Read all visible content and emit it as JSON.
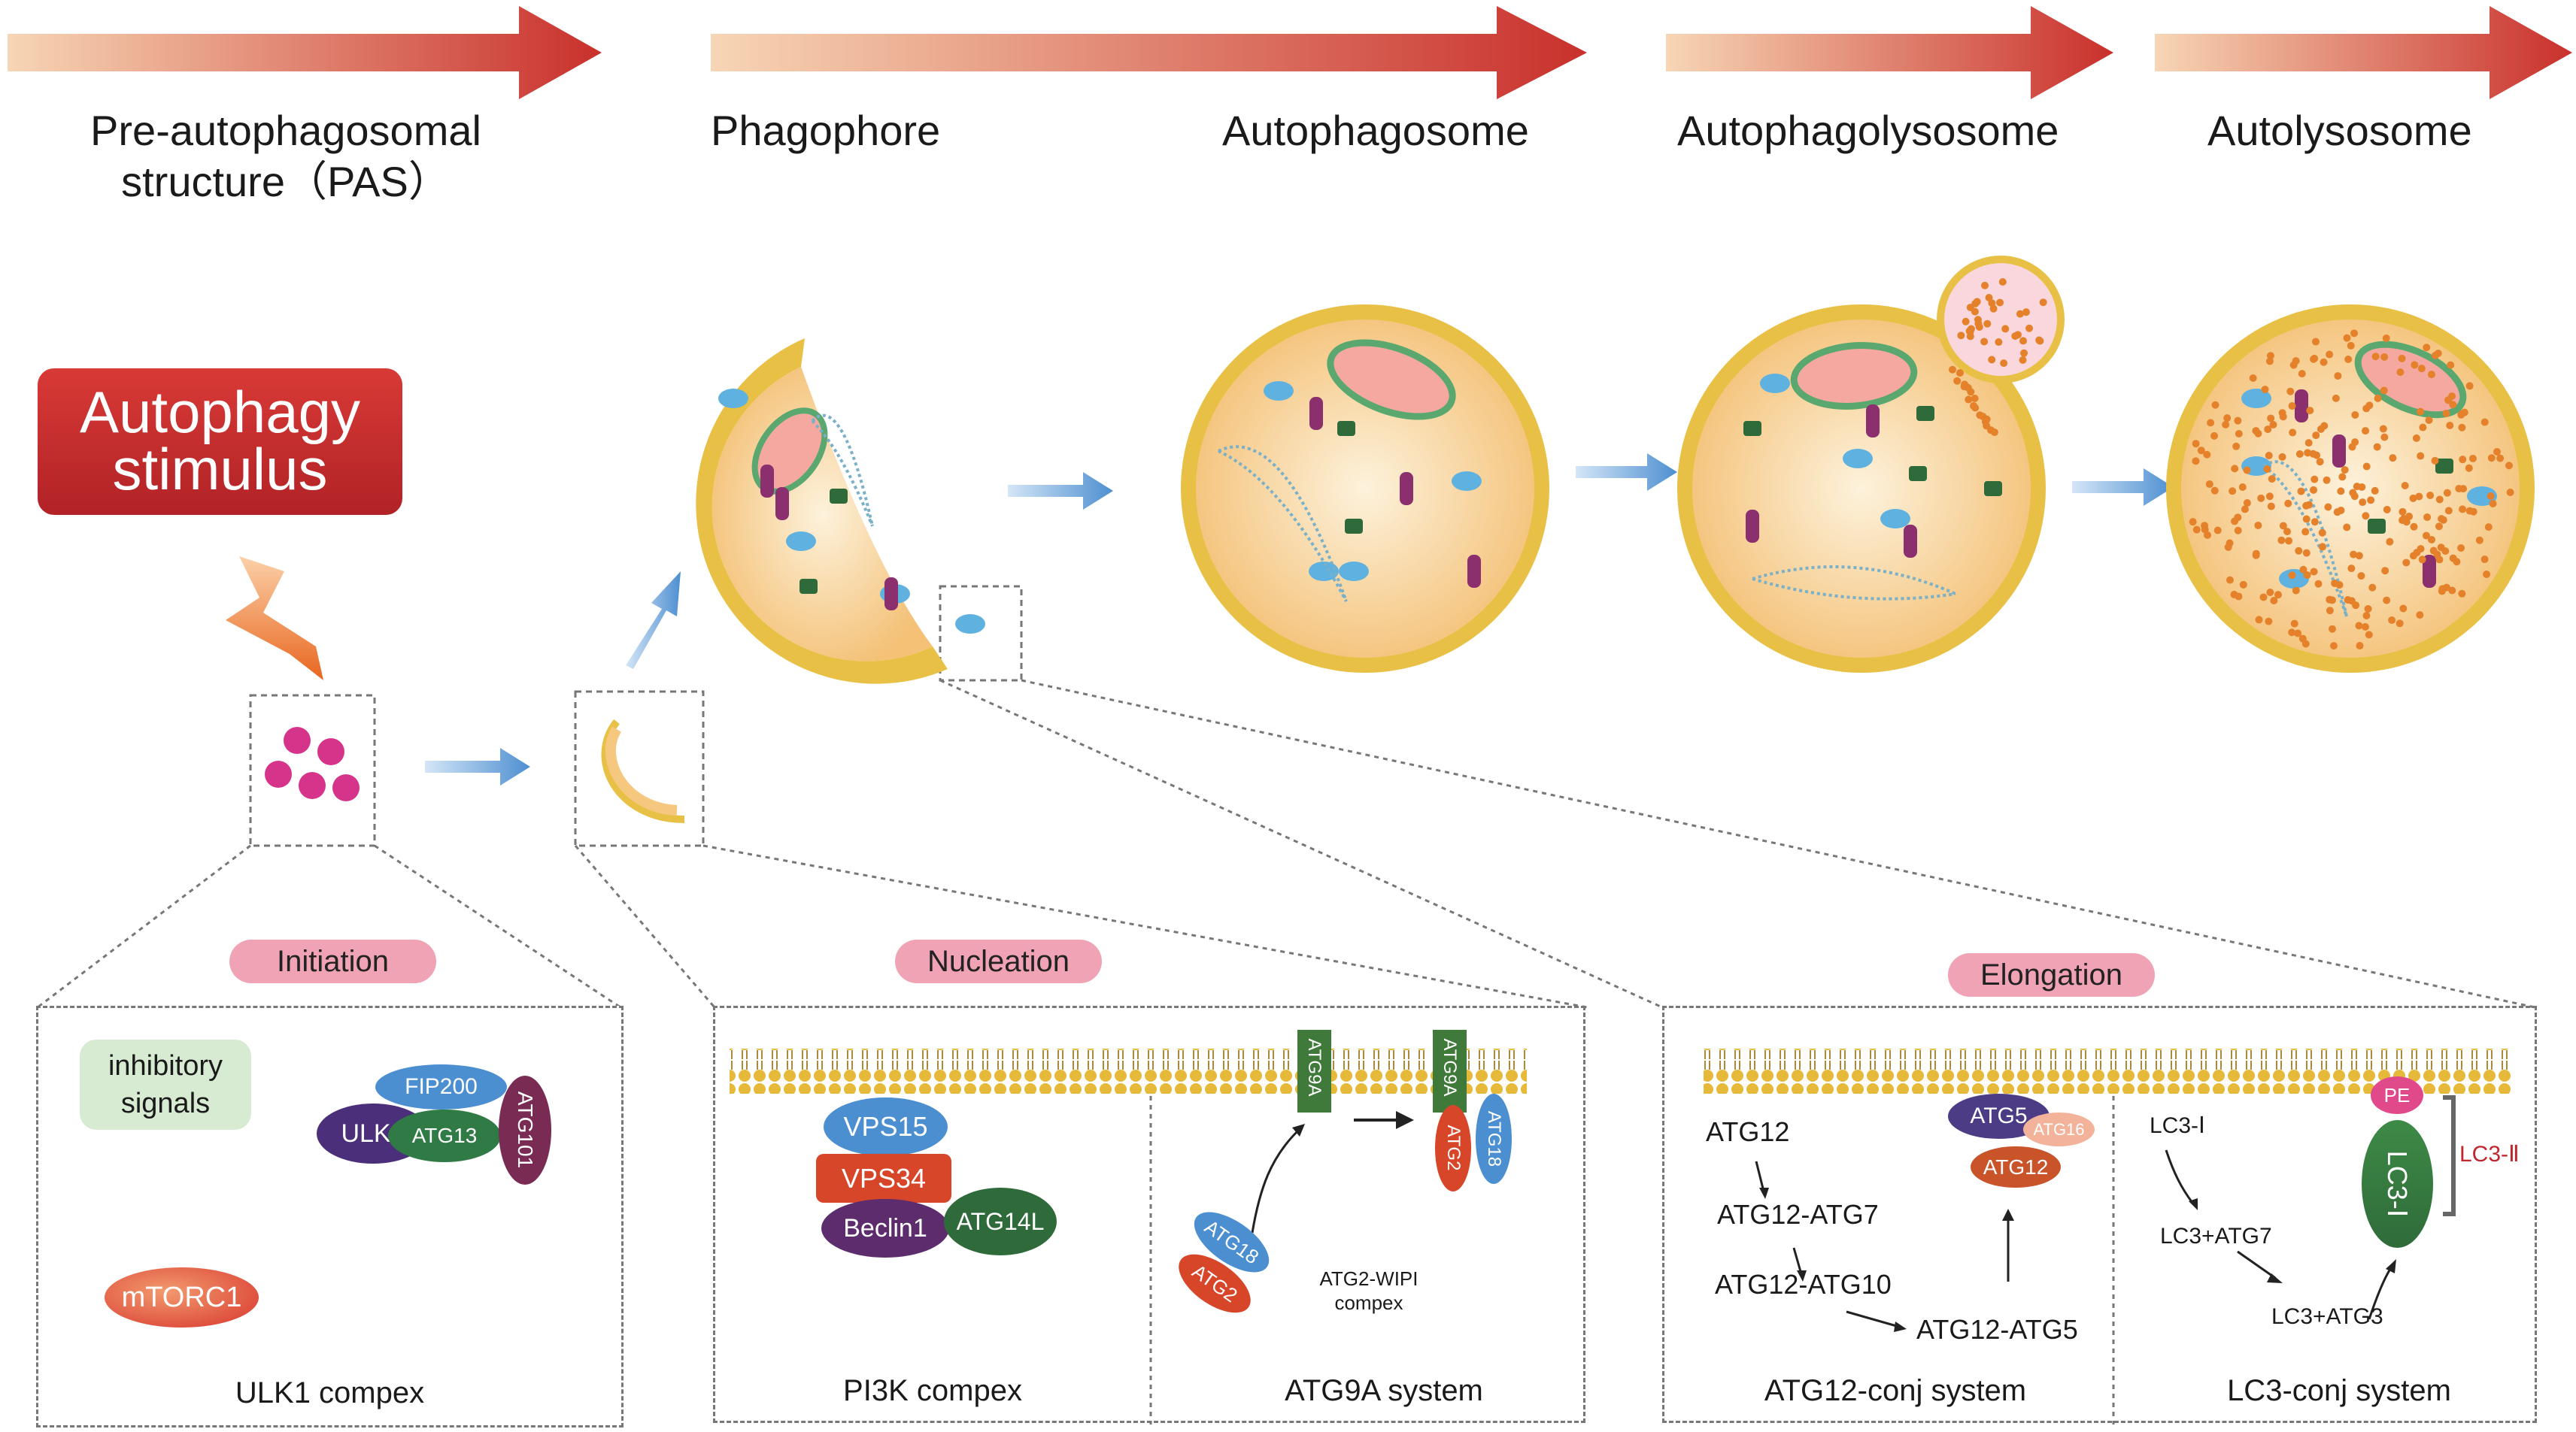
{
  "stages": {
    "pas_line1": "Pre-autophagosomal",
    "pas_line2": "structure（PAS）",
    "phagophore": "Phagophore",
    "autophagosome": "Autophagosome",
    "autophagolysosome": "Autophagolysosome",
    "autolysosome": "Autolysosome"
  },
  "stimulus": {
    "line1": "Autophagy",
    "line2": "stimulus"
  },
  "pills": {
    "initiation": "Initiation",
    "nucleation": "Nucleation",
    "elongation": "Elongation"
  },
  "initiation_panel": {
    "inhibitory_line1": "inhibitory",
    "inhibitory_line2": "signals",
    "mtorc1": "mTORC1",
    "ulk1": "ULK1",
    "fip200": "FIP200",
    "atg13": "ATG13",
    "atg101": "ATG101",
    "caption": "ULK1 compex"
  },
  "nucleation_panel": {
    "vps15": "VPS15",
    "vps34": "VPS34",
    "beclin1": "Beclin1",
    "atg14l": "ATG14L",
    "pi3k_caption": "PI3K compex",
    "atg9a": "ATG9A",
    "atg2": "ATG2",
    "atg18": "ATG18",
    "wipi_line1": "ATG2-WIPI",
    "wipi_line2": "compex",
    "atg9a_caption": "ATG9A system"
  },
  "elongation_panel": {
    "atg12": "ATG12",
    "atg12_atg7": "ATG12-ATG7",
    "atg12_atg10": "ATG12-ATG10",
    "atg12_atg5": "ATG12-ATG5",
    "atg5": "ATG5",
    "atg16": "ATG16",
    "atg12_conj_caption": "ATG12-conj system",
    "lc3_i": "LC3-Ⅰ",
    "lc3_atg7": "LC3+ATG7",
    "lc3_atg3": "LC3+ATG3",
    "pe": "PE",
    "lc3_i_oval": "LC3-Ⅰ",
    "lc3_ii": "LC3-Ⅱ",
    "lc3_conj_caption": "LC3-conj system"
  },
  "colors": {
    "arrow_red": "#c9302c",
    "arrow_fade": "#f7d2b0",
    "stimulus_red": "#c42a2b",
    "pill_pink": "#f0a3b4",
    "membrane_gold": "#e9c046",
    "cytoplasm": "#f6c77f",
    "blue_arrow": "#5a9bd8"
  }
}
